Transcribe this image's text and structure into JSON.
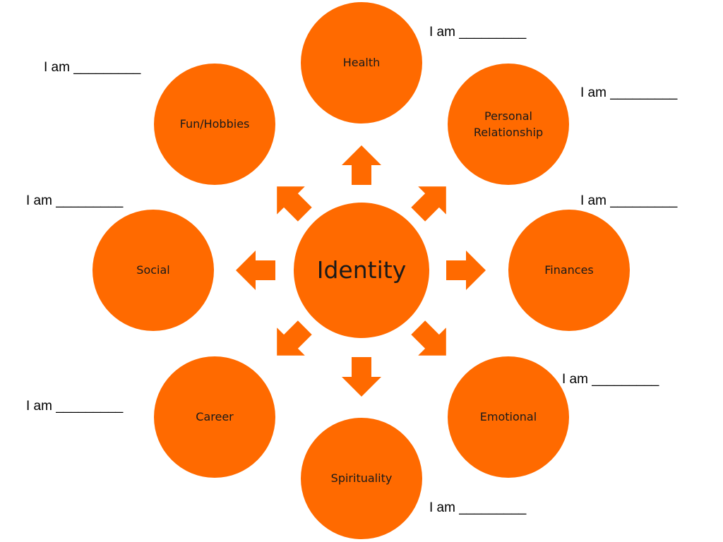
{
  "colors": {
    "node_fill": "#FF6A00",
    "arrow_fill": "#FF6A00",
    "text": "#1a1a1a"
  },
  "center": {
    "label": "Identity"
  },
  "nodes": {
    "health": "Health",
    "personal_relationship": "Personal\nRelationship",
    "finances": "Finances",
    "emotional": "Emotional",
    "spirituality": "Spirituality",
    "career": "Career",
    "social": "Social",
    "fun_hobbies": "Fun/Hobbies"
  },
  "fill_in_labels": {
    "health": "I am _________",
    "personal_relationship": "I am _________",
    "finances": "I am _________",
    "emotional": "I am _________",
    "spirituality": "I am _________",
    "career": "I am _________",
    "social": "I am _________",
    "fun_hobbies": "I am _________"
  }
}
